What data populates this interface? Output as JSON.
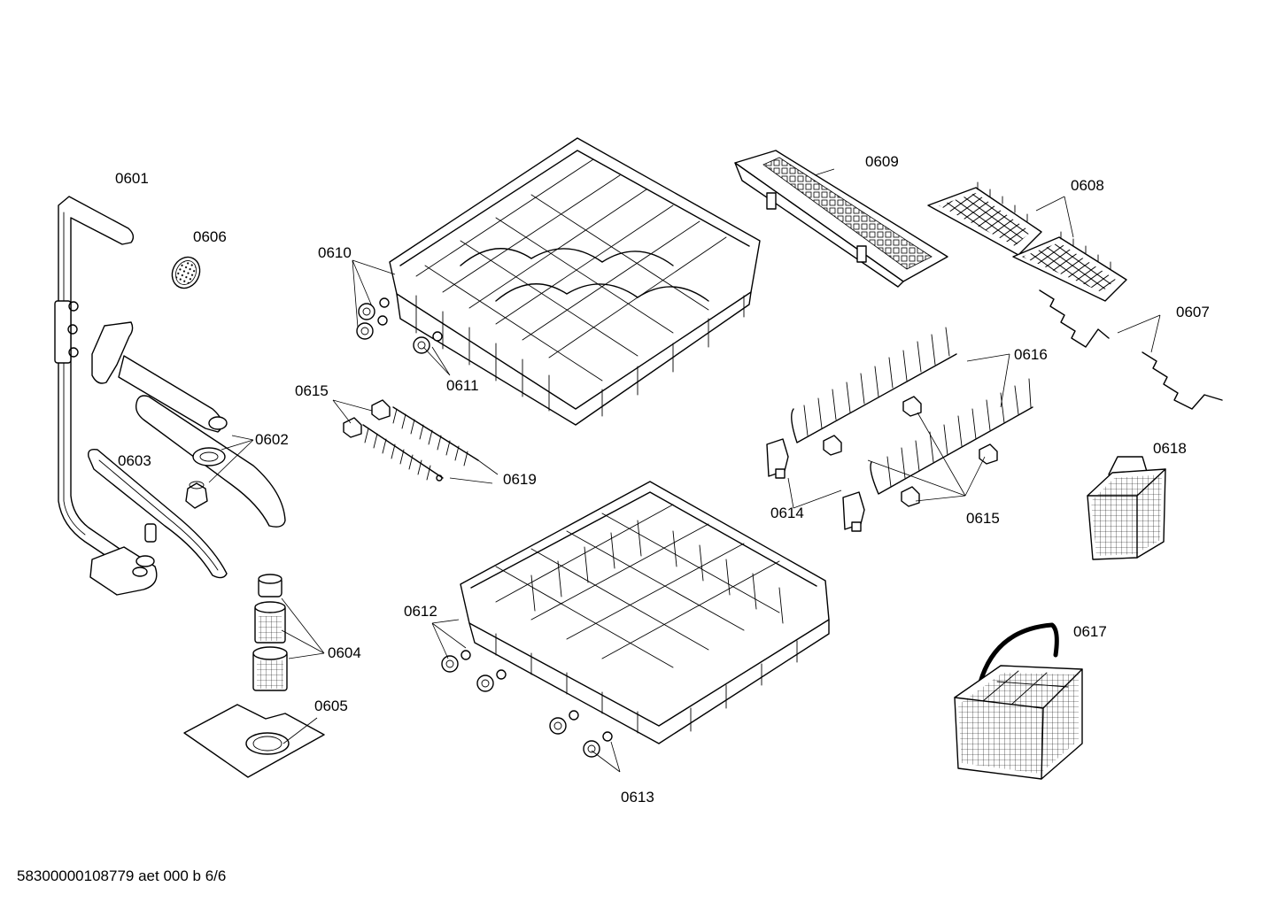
{
  "labels": {
    "p0601": "0601",
    "p0602": "0602",
    "p0603": "0603",
    "p0604": "0604",
    "p0605": "0605",
    "p0606": "0606",
    "p0607": "0607",
    "p0608": "0608",
    "p0609": "0609",
    "p0610": "0610",
    "p0611": "0611",
    "p0612": "0612",
    "p0613": "0613",
    "p0614": "0614",
    "p0615a": "0615",
    "p0615b": "0615",
    "p0616": "0616",
    "p0617": "0617",
    "p0618": "0618",
    "p0619": "0619"
  },
  "footer": "58300000108779 aet 000 b 6/6"
}
